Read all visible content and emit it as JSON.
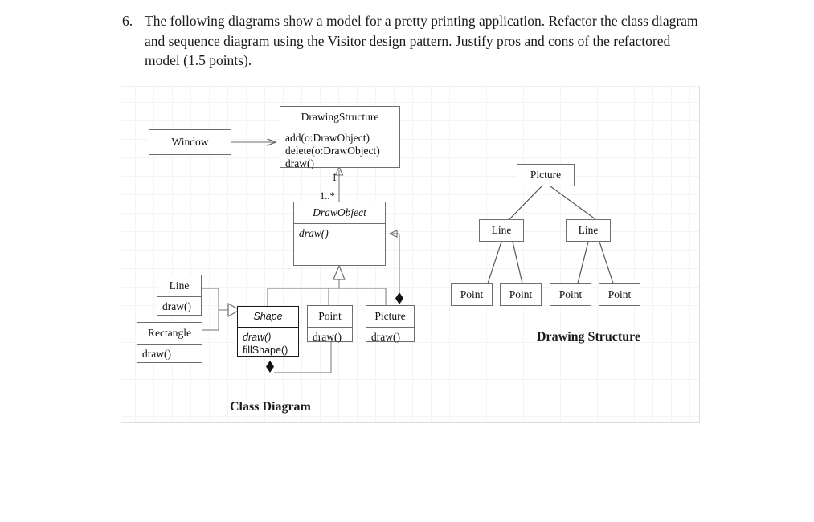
{
  "question": {
    "number": "6.",
    "text": "The following diagrams show a model for a pretty printing application. Refactor the class diagram and sequence diagram using the Visitor design pattern. Justify pros and cons of the refactored model (1.5 points)."
  },
  "class_diagram": {
    "caption": "Class Diagram",
    "window": {
      "name": "Window"
    },
    "drawing_structure": {
      "name": "DrawingStructure",
      "operations": [
        "add(o:DrawObject)",
        "delete(o:DrawObject)",
        "draw()"
      ]
    },
    "draw_object": {
      "name": "DrawObject",
      "operations": [
        "draw()"
      ]
    },
    "multiplicity_one": "1",
    "multiplicity_many": "1..*",
    "line": {
      "name": "Line",
      "operations": [
        "draw()"
      ]
    },
    "rectangle": {
      "name": "Rectangle",
      "operations": [
        "draw()"
      ]
    },
    "shape": {
      "name": "Shape",
      "operations": [
        "draw()",
        "fillShape()"
      ]
    },
    "point": {
      "name": "Point",
      "operations": [
        "draw()"
      ]
    },
    "picture": {
      "name": "Picture",
      "operations": [
        "draw()"
      ]
    }
  },
  "drawing_structure_tree": {
    "caption": "Drawing Structure",
    "root": "Picture",
    "level2": [
      "Line",
      "Line"
    ],
    "level3": [
      "Point",
      "Point",
      "Point",
      "Point"
    ]
  },
  "colors": {
    "box_border": "#6e6e6e",
    "bold_border": "#1a1a1a",
    "connector": "#8a8a8a",
    "text": "#111111",
    "panel_grid": "#f4f4f4"
  }
}
